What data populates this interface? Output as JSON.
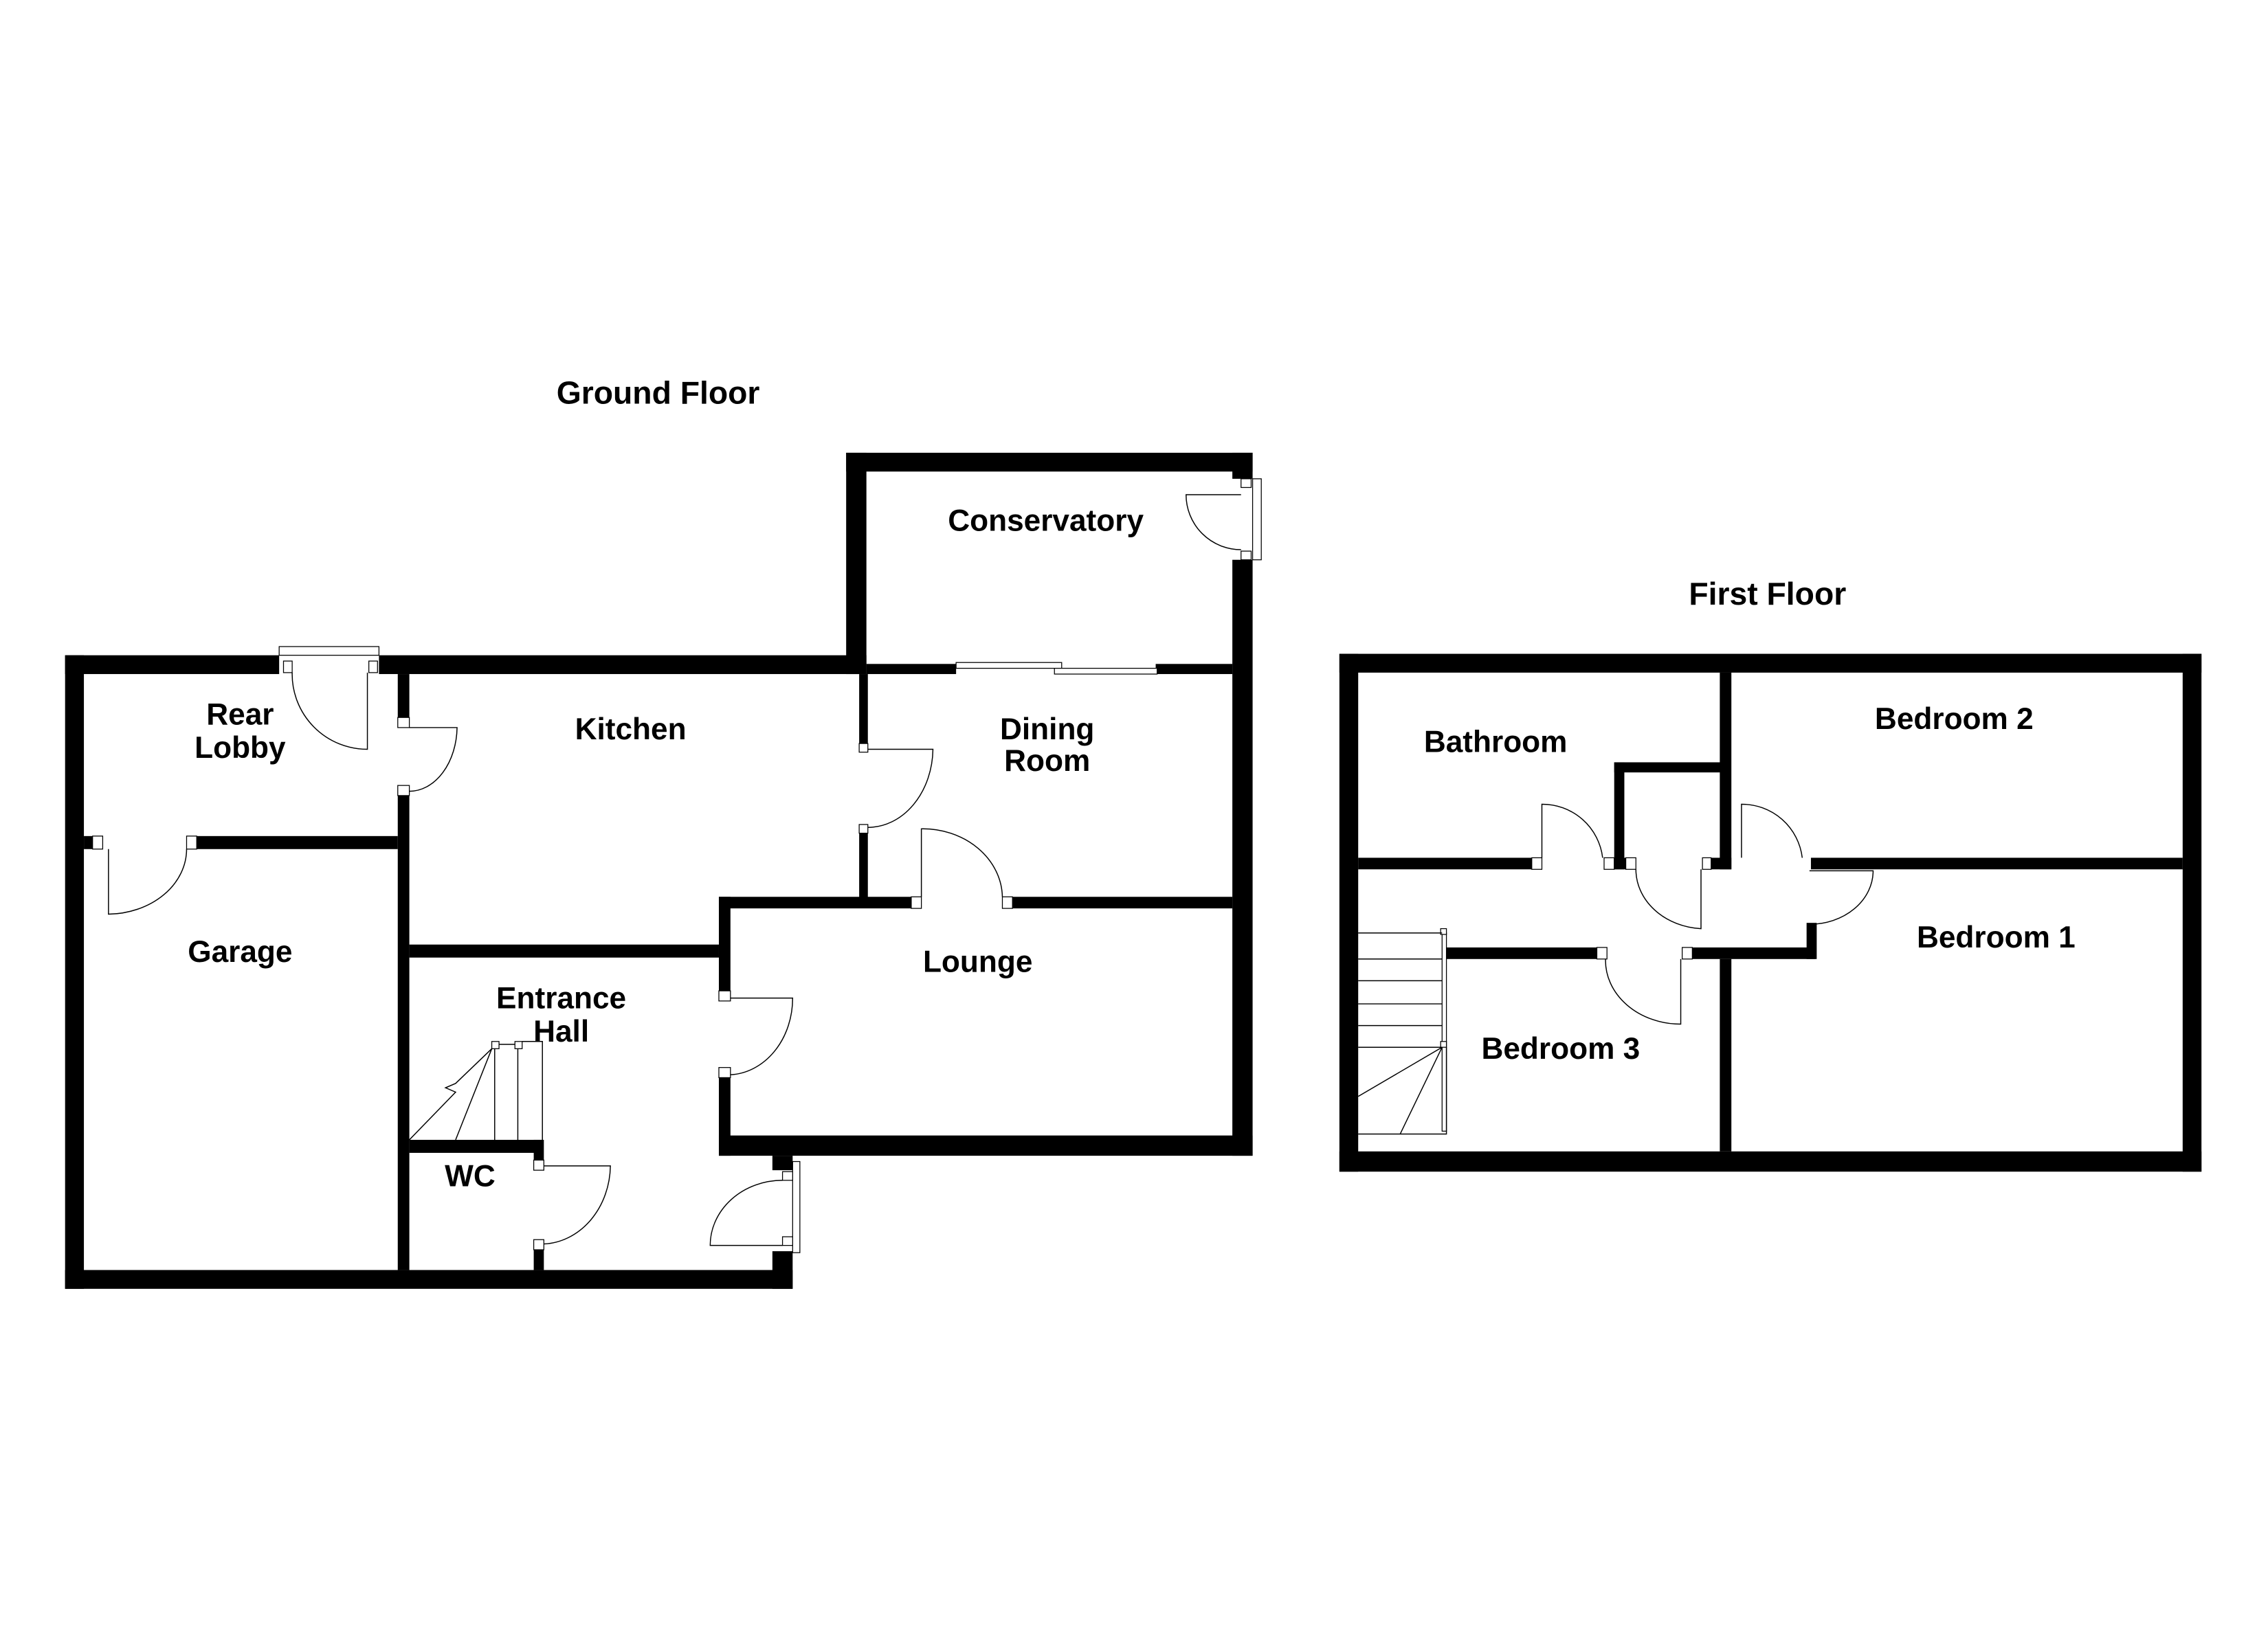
{
  "floors": [
    {
      "title": "Ground Floor",
      "rooms": [
        {
          "name": "Conservatory"
        },
        {
          "name": "Rear"
        },
        {
          "name": "Lobby"
        },
        {
          "name": "Kitchen"
        },
        {
          "name": "Dining"
        },
        {
          "name": "Room"
        },
        {
          "name": "Garage"
        },
        {
          "name": "Lounge"
        },
        {
          "name": "Entrance"
        },
        {
          "name": "Hall"
        },
        {
          "name": "WC"
        }
      ]
    },
    {
      "title": "First Floor",
      "rooms": [
        {
          "name": "Bathroom"
        },
        {
          "name": "Bedroom 2"
        },
        {
          "name": "Bedroom 1"
        },
        {
          "name": "Bedroom 3"
        }
      ]
    }
  ],
  "colors": {
    "wall": "#000000",
    "background": "#ffffff"
  }
}
